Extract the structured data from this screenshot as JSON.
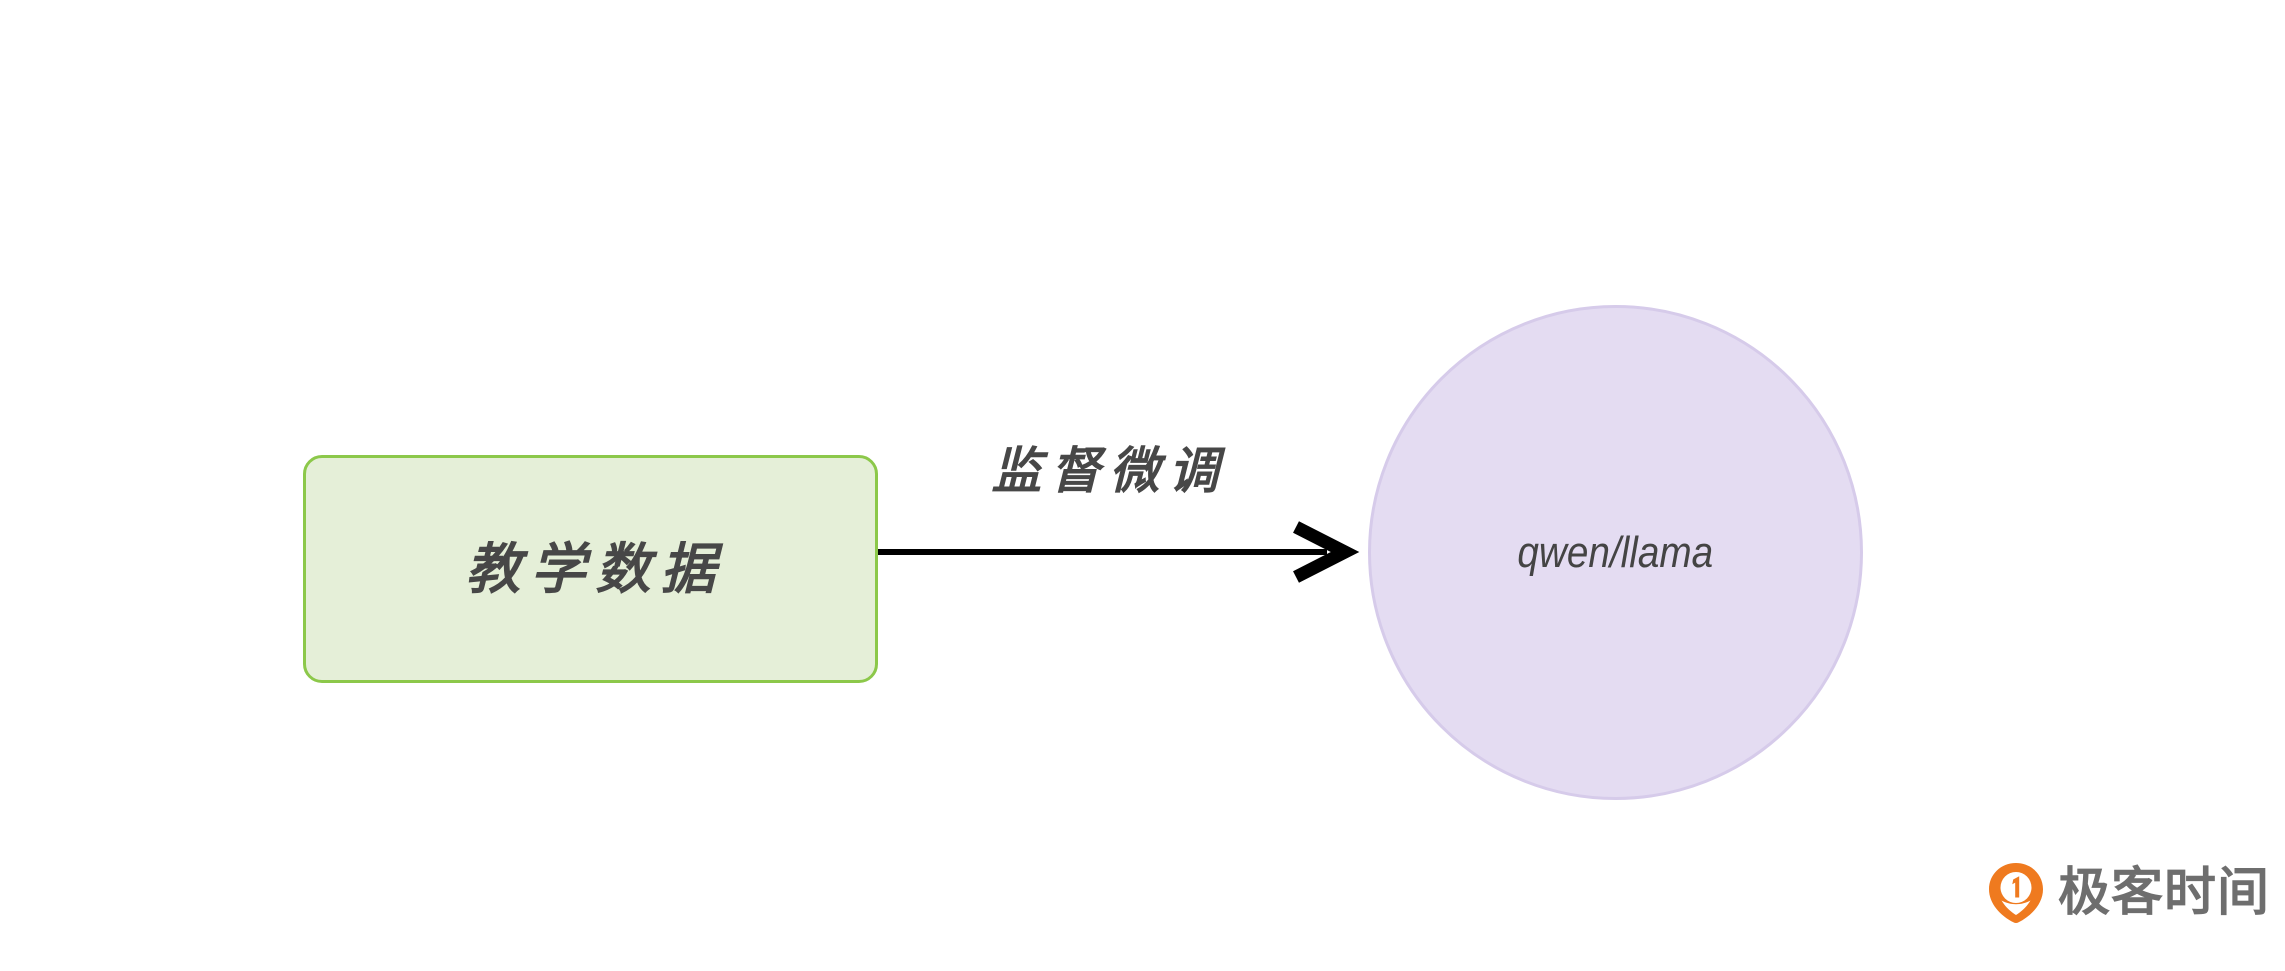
{
  "diagram": {
    "background_color": "#ffffff",
    "nodes": [
      {
        "id": "training-data",
        "label": "教学数据",
        "shape": "rounded-rectangle",
        "fill_color": "#e5efd8",
        "border_color": "#8cc84a",
        "text_color": "#474747"
      },
      {
        "id": "base-model",
        "label": "qwen/llama",
        "shape": "circle",
        "fill_color": "#e4dcf2",
        "border_color": "#d6cbea",
        "text_color": "#444444"
      }
    ],
    "edges": [
      {
        "id": "sft-edge",
        "label": "监督微调",
        "from": "training-data",
        "to": "base-model",
        "style": "solid-arrow",
        "color": "#000000",
        "text_color": "#474747"
      }
    ]
  },
  "watermark": {
    "text": "极客时间",
    "icon": "geektime-pin-icon",
    "icon_color": "#ef7a1f",
    "text_color": "#6e6e6e"
  }
}
